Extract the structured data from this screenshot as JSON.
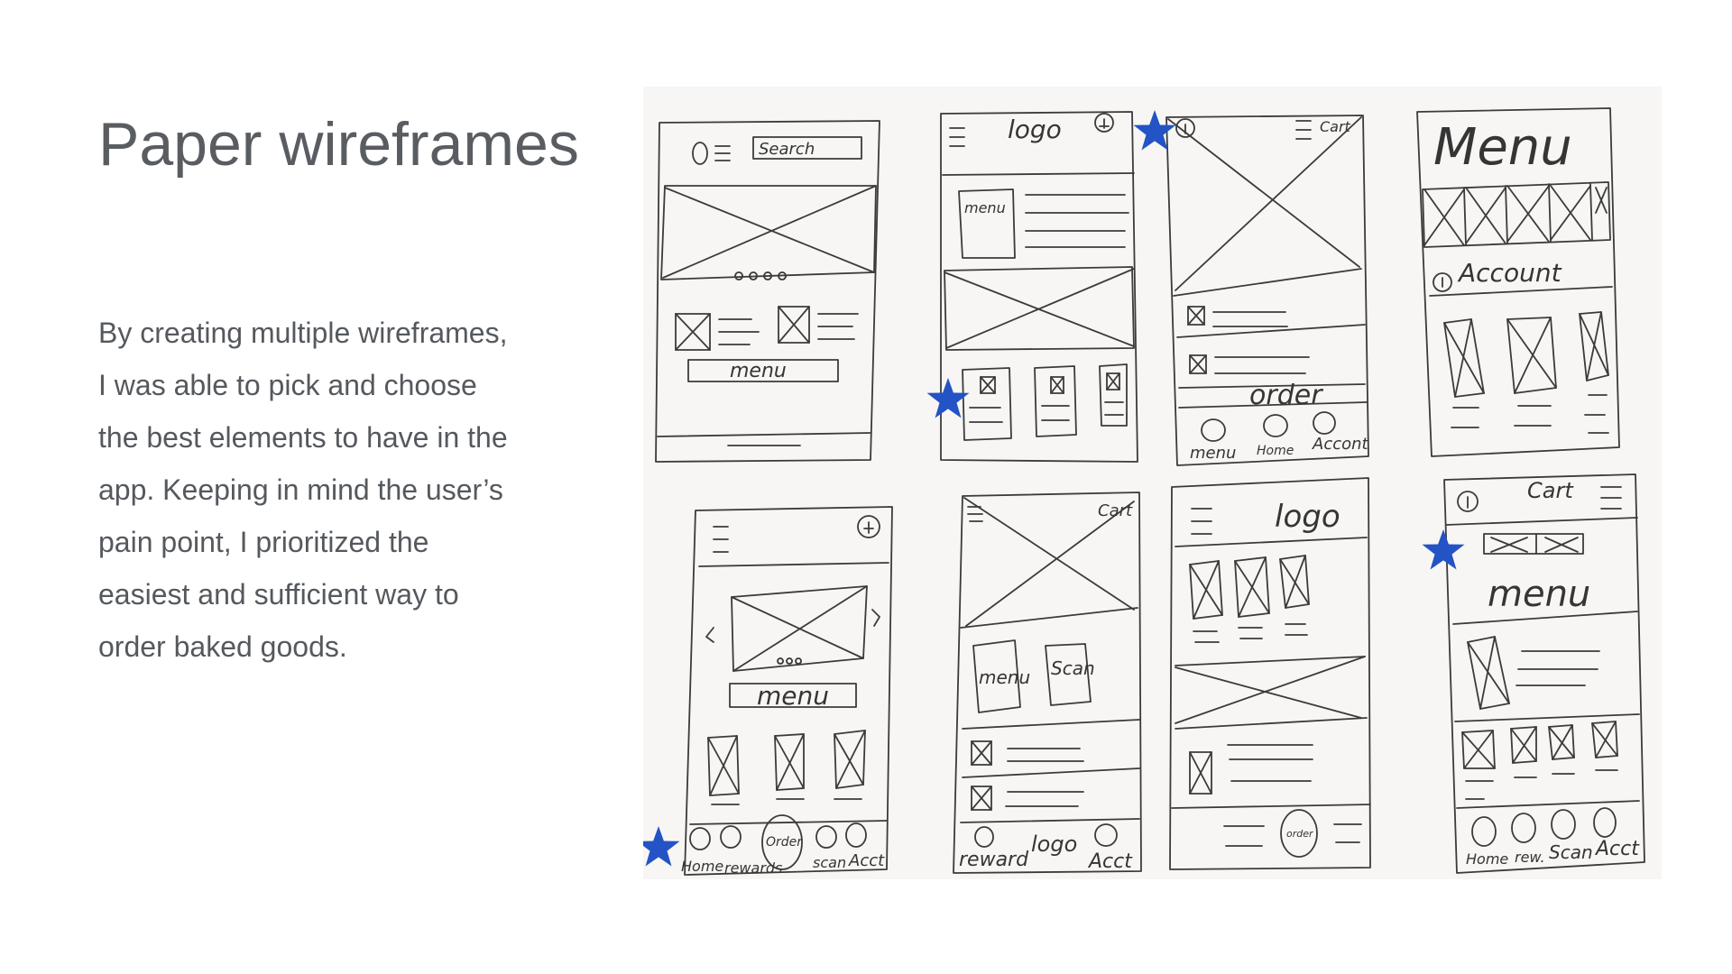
{
  "slide": {
    "title": "Paper wireframes",
    "body_lines": [
      "By creating multiple wireframes,",
      "I was able to pick and choose",
      "the best elements to have in the",
      "app. Keeping in mind the user’s",
      "pain point, I prioritized the",
      "easiest and sufficient way to",
      "order baked goods."
    ]
  },
  "colors": {
    "title": "#595d62",
    "body": "#55595e",
    "paper": "#f7f6f4",
    "pencil": "#3b3b3b",
    "star": "#2353c4"
  },
  "photo": {
    "sketch_labels": {
      "s1_search": "Search",
      "s1_menu": "menu",
      "s2_logo": "logo",
      "s2_menu": "menu",
      "s3_cart": "Cart",
      "s3_order": "order",
      "s3_nav_menu": "menu",
      "s3_nav_home": "Home",
      "s3_nav_account": "Accont",
      "s4_menu": "Menu",
      "s4_account": "Account",
      "s5_menu": "menu",
      "s5_nav_home": "Home",
      "s5_nav_rewards": "rewards",
      "s5_nav_order": "Order",
      "s5_nav_scan": "scan",
      "s5_nav_acct": "Acct",
      "s6_cart": "Cart",
      "s6_menu": "menu",
      "s6_scan": "Scan",
      "s6_nav_reward": "reward",
      "s6_nav_logo": "logo",
      "s6_nav_acct": "Acct",
      "s7_logo": "logo",
      "s7_order": "order",
      "s8_cart": "Cart",
      "s8_menu": "menu",
      "s8_nav_home": "Home",
      "s8_nav_rew": "rew.",
      "s8_nav_scan": "Scan",
      "s8_nav_acct": "Acct"
    }
  }
}
